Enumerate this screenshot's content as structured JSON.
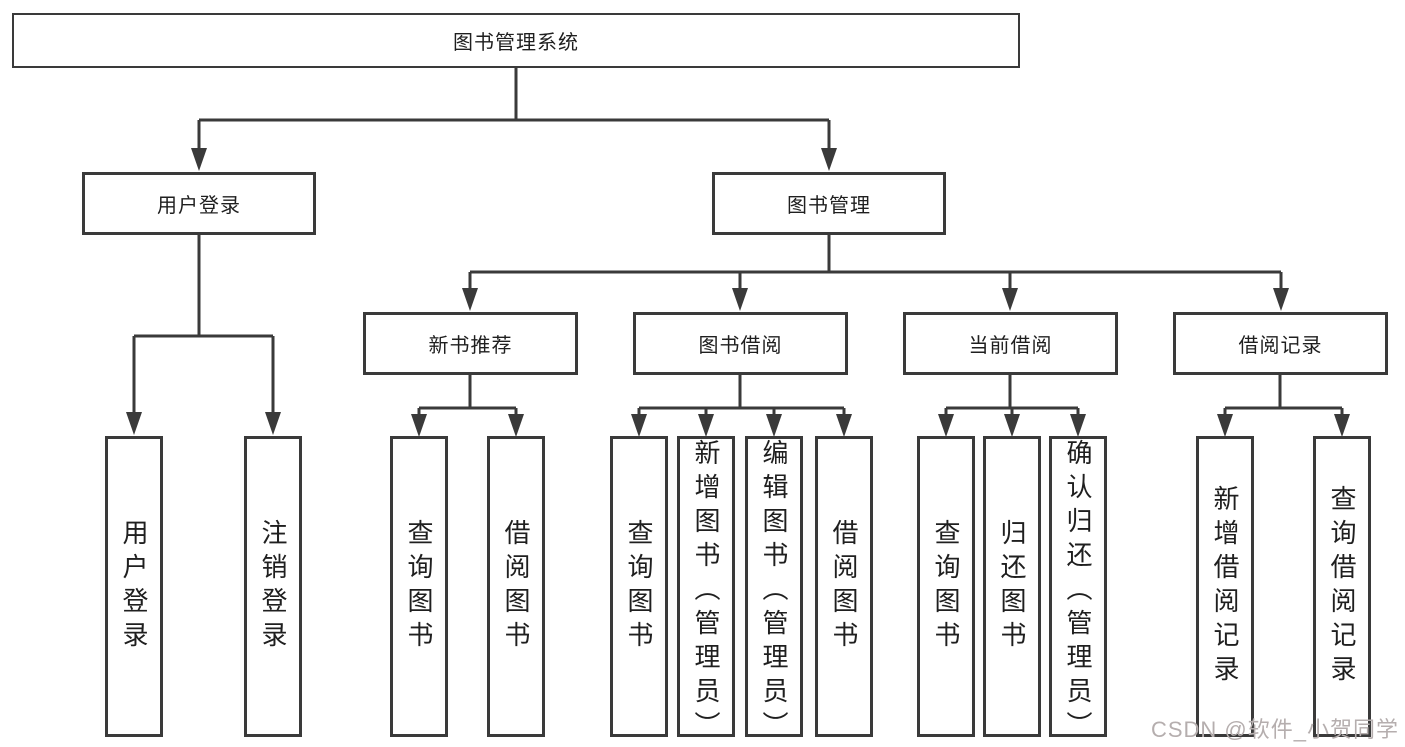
{
  "tree": {
    "label": "图书管理系统",
    "children": [
      {
        "label": "用户登录",
        "children": [
          {
            "label": "用户登录"
          },
          {
            "label": "注销登录"
          }
        ]
      },
      {
        "label": "图书管理",
        "children": [
          {
            "label": "新书推荐",
            "children": [
              {
                "label": "查询图书"
              },
              {
                "label": "借阅图书"
              }
            ]
          },
          {
            "label": "图书借阅",
            "children": [
              {
                "label": "查询图书"
              },
              {
                "label": "新增图书（管理员）"
              },
              {
                "label": "编辑图书（管理员）"
              },
              {
                "label": "借阅图书"
              }
            ]
          },
          {
            "label": "当前借阅",
            "children": [
              {
                "label": "查询图书"
              },
              {
                "label": "归还图书"
              },
              {
                "label": "确认归还（管理员）"
              }
            ]
          },
          {
            "label": "借阅记录",
            "children": [
              {
                "label": "新增借阅记录"
              },
              {
                "label": "查询借阅记录"
              }
            ]
          }
        ]
      }
    ]
  },
  "watermark": "CSDN @软件_小贺同学",
  "colors": {
    "line": "#3a3a3a",
    "text": "#1f1f1f",
    "box_fill": "#ffffff",
    "watermark": "#b5aeae"
  }
}
